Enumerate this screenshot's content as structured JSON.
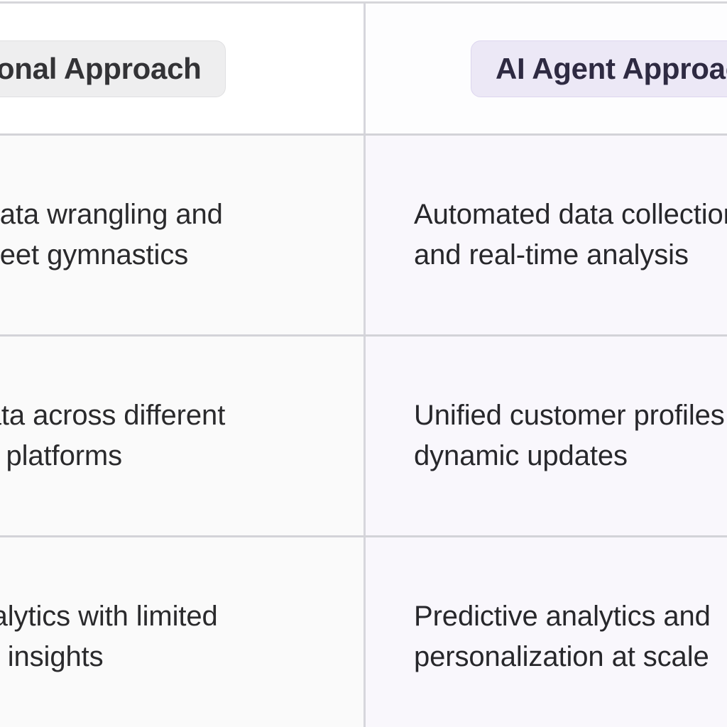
{
  "table": {
    "columns": [
      {
        "id": "traditional",
        "header_label": "Traditional Approach",
        "accent": "#eeeeef"
      },
      {
        "id": "ai_agent",
        "header_label": "AI Agent Approach",
        "accent": "#ece8f6"
      }
    ],
    "rows": [
      {
        "traditional": "Manual data wrangling and spreadsheet gymnastics",
        "ai_agent": "Automated data collection and real-time analysis"
      },
      {
        "traditional": "Siloed data across different tools and platforms",
        "ai_agent": "Unified customer profiles with dynamic updates"
      },
      {
        "traditional": "Basic analytics with limited customer insights",
        "ai_agent": "Predictive analytics and personalization at scale"
      }
    ]
  },
  "colors": {
    "left_column_bg": "#fafafa",
    "right_column_bg": "#f9f7fc",
    "divider": "#d3d3d8",
    "left_pill_bg": "#eeeeef",
    "left_pill_text": "#333336",
    "right_pill_bg": "#ece8f6",
    "right_pill_text": "#2e2a42",
    "body_text": "#2a2a2c"
  }
}
